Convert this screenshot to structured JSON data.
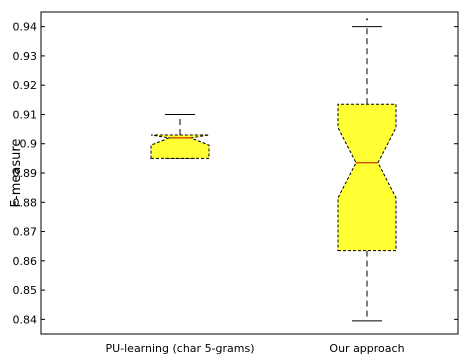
{
  "chart_data": {
    "type": "boxplot",
    "title": "",
    "xlabel": "",
    "ylabel": "F-measure",
    "ylim": [
      0.835,
      0.945
    ],
    "yticks": [
      0.84,
      0.85,
      0.86,
      0.87,
      0.88,
      0.89,
      0.9,
      0.91,
      0.92,
      0.93,
      0.94
    ],
    "ytick_labels": [
      "0.84",
      "0.85",
      "0.86",
      "0.87",
      "0.88",
      "0.89",
      "0.9",
      "0.91",
      "0.92",
      "0.93",
      "0.94"
    ],
    "notched": true,
    "box_color": "#ffff33",
    "median_color": "#cc3300",
    "boxes": [
      {
        "label": "PU-learning (char 5-grams)",
        "whisker_low": 0.895,
        "q1": 0.895,
        "notch_low": 0.8995,
        "median": 0.902,
        "notch_high": 0.9035,
        "q3": 0.903,
        "whisker_high": 0.91,
        "outliers": []
      },
      {
        "label": "Our approach",
        "whisker_low": 0.8395,
        "q1": 0.8635,
        "notch_low": 0.8815,
        "median": 0.8935,
        "notch_high": 0.9055,
        "q3": 0.9135,
        "whisker_high": 0.94,
        "outliers": [
          0.9425
        ]
      }
    ]
  }
}
